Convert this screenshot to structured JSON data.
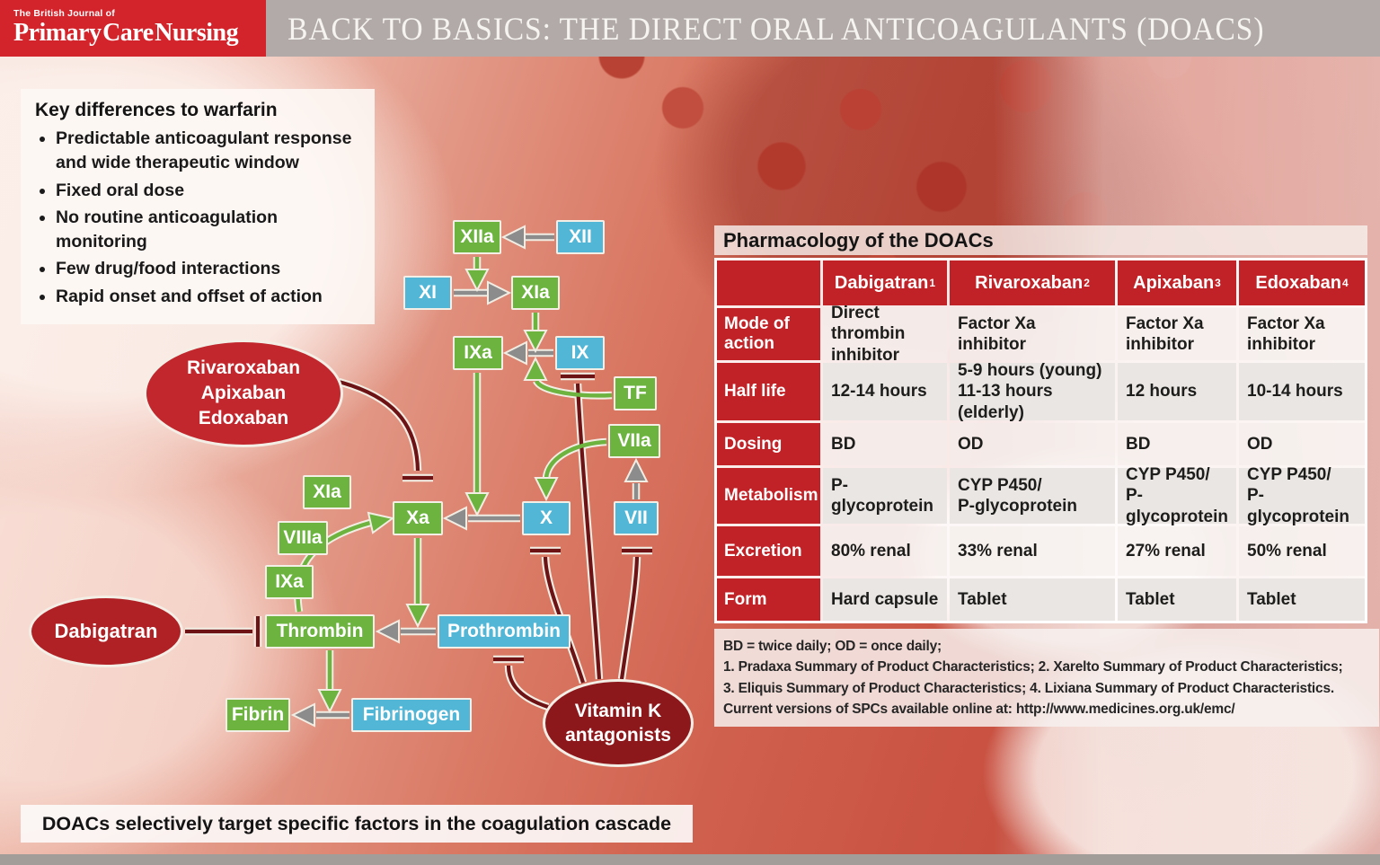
{
  "header": {
    "journal_line1": "The British Journal of",
    "journal_line2": "Primary Care Nursing",
    "title": "BACK TO BASICS: THE DIRECT ORAL ANTICOAGULANTS (DOACS)"
  },
  "key_differences": {
    "title": "Key differences to warfarin",
    "bullets": [
      "Predictable anticoagulant response and wide therapeutic window",
      "Fixed oral dose",
      "No routine anticoagulation monitoring",
      "Few drug/food interactions",
      "Rapid onset and offset of action"
    ]
  },
  "cascade": {
    "factors": {
      "XIIa": "XIIa",
      "XII": "XII",
      "XI": "XI",
      "XIa": "XIa",
      "IXa": "IXa",
      "IX": "IX",
      "TF": "TF",
      "VIIa": "VIIa",
      "X": "X",
      "VII": "VII",
      "Xa": "Xa",
      "XIa_label": "XIa",
      "VIIIa": "VIIIa",
      "IXa_label": "IXa",
      "thrombin": "Thrombin",
      "prothrombin": "Prothrombin",
      "fibrin": "Fibrin",
      "fibrinogen": "Fibrinogen"
    },
    "drugs": {
      "factor_xa_inhibitors": [
        "Rivaroxaban",
        "Apixaban",
        "Edoxaban"
      ],
      "thrombin_inhibitor": "Dabigatran",
      "vitamin_k_antagonists": [
        "Vitamin K",
        "antagonists"
      ]
    },
    "caption": "DOACs selectively target specific factors in the coagulation cascade"
  },
  "table": {
    "title": "Pharmacology of the DOACs",
    "columns": [
      {
        "name": "Dabigatran",
        "sup": "1"
      },
      {
        "name": "Rivaroxaban",
        "sup": "2"
      },
      {
        "name": "Apixaban",
        "sup": "3"
      },
      {
        "name": "Edoxaban",
        "sup": "4"
      }
    ],
    "rows": [
      {
        "label": "Mode of action",
        "values": [
          "Direct thrombin inhibitor",
          "Factor Xa inhibitor",
          "Factor Xa inhibitor",
          "Factor Xa inhibitor"
        ]
      },
      {
        "label": "Half life",
        "values": [
          "12-14 hours",
          "5-9 hours (young)\n11-13 hours (elderly)",
          "12 hours",
          "10-14 hours"
        ]
      },
      {
        "label": "Dosing",
        "values": [
          "BD",
          "OD",
          "BD",
          "OD"
        ]
      },
      {
        "label": "Metabolism",
        "values": [
          "P-glycoprotein",
          "CYP P450/\nP-glycoprotein",
          "CYP P450/\nP-glycoprotein",
          "CYP P450/\nP-glycoprotein"
        ]
      },
      {
        "label": "Excretion",
        "values": [
          "80% renal",
          "33% renal",
          "27% renal",
          "50% renal"
        ]
      },
      {
        "label": "Form",
        "values": [
          "Hard capsule",
          "Tablet",
          "Tablet",
          "Tablet"
        ]
      }
    ],
    "footnotes": [
      "BD = twice daily;  OD = once daily;",
      "1. Pradaxa Summary of Product Characteristics;  2. Xarelto Summary of Product Characteristics;",
      "3. Eliquis Summary of Product Characteristics;  4. Lixiana Summary of Product Characteristics.",
      "Current versions of SPCs available online at: http://www.medicines.org.uk/emc/"
    ]
  },
  "colors": {
    "logo_red": "#d3242b",
    "header_gray": "#b2aaa8",
    "table_red": "#c12227",
    "active_green": "#6cb33f",
    "inactive_blue": "#52b6d6",
    "xaban_ellipse_red": "#c1272d",
    "dabigatran_ellipse_red": "#b02126",
    "vka_ellipse_maroon": "#8c181c",
    "inhibition_line": "#6d1316",
    "activation_arrow_gray": "#8c8c8c"
  }
}
